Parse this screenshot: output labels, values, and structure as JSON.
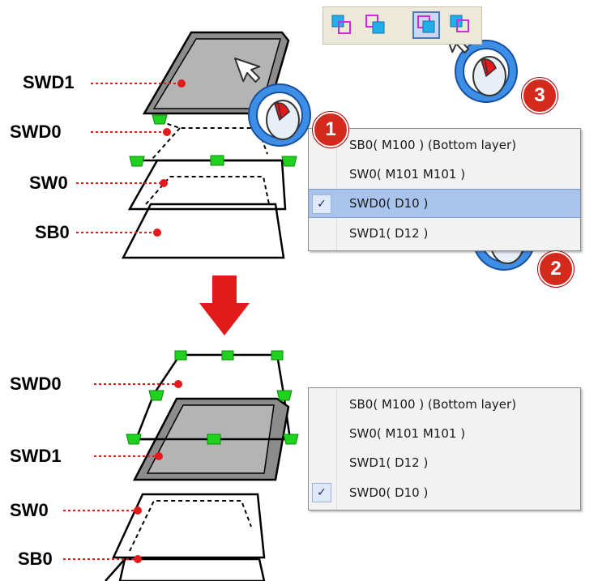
{
  "top_diagram": {
    "labels": [
      "SWD1",
      "SWD0",
      "SW0",
      "SB0"
    ]
  },
  "bottom_diagram": {
    "labels": [
      "SWD0",
      "SWD1",
      "SW0",
      "SB0"
    ]
  },
  "toolbar": {
    "buttons": [
      {
        "icon": "bring-forward-icon"
      },
      {
        "icon": "send-backward-icon"
      },
      {
        "icon": "bring-to-front-icon",
        "active": true
      },
      {
        "icon": "send-to-back-icon"
      }
    ]
  },
  "menu_top": {
    "items": [
      {
        "label": "SB0( M100 ) (Bottom layer)",
        "checked": false
      },
      {
        "label": "SW0( M101 M101 )",
        "checked": false
      },
      {
        "label": "SWD0( D10 )",
        "checked": true
      },
      {
        "label": "SWD1( D12 )",
        "checked": false
      }
    ]
  },
  "menu_bottom": {
    "items": [
      {
        "label": "SB0( M100 ) (Bottom layer)",
        "checked": false
      },
      {
        "label": "SW0( M101 M101 )",
        "checked": false
      },
      {
        "label": "SWD1( D12 )",
        "checked": false
      },
      {
        "label": "SWD0( D10 )",
        "checked": true
      }
    ]
  },
  "steps": [
    "1",
    "2",
    "3"
  ],
  "check_glyph": "✓",
  "colors": {
    "accent_red": "#e21a1a",
    "handle_green": "#1ed21e",
    "selection_blue": "#a9c4ec",
    "mouse_blue": "#3d8ee6",
    "layer_fill": "#b4b4b4"
  }
}
